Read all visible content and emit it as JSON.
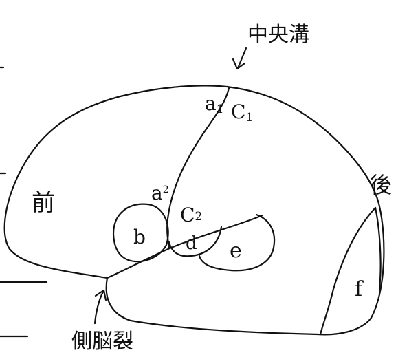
{
  "colors": {
    "ink": "#111111",
    "background": "#ffffff"
  },
  "labels": {
    "central_sulcus": "中央溝",
    "lateral_fissure": "側脳裂",
    "front": "前",
    "back": "後",
    "a1": "a",
    "a1_sub": "1",
    "c1": "C",
    "c1_sub": "1",
    "a2": "a",
    "a2_sub": "2",
    "c2": "C",
    "c2_sub": "2",
    "b": "b",
    "d": "d",
    "e": "e",
    "f": "f"
  }
}
